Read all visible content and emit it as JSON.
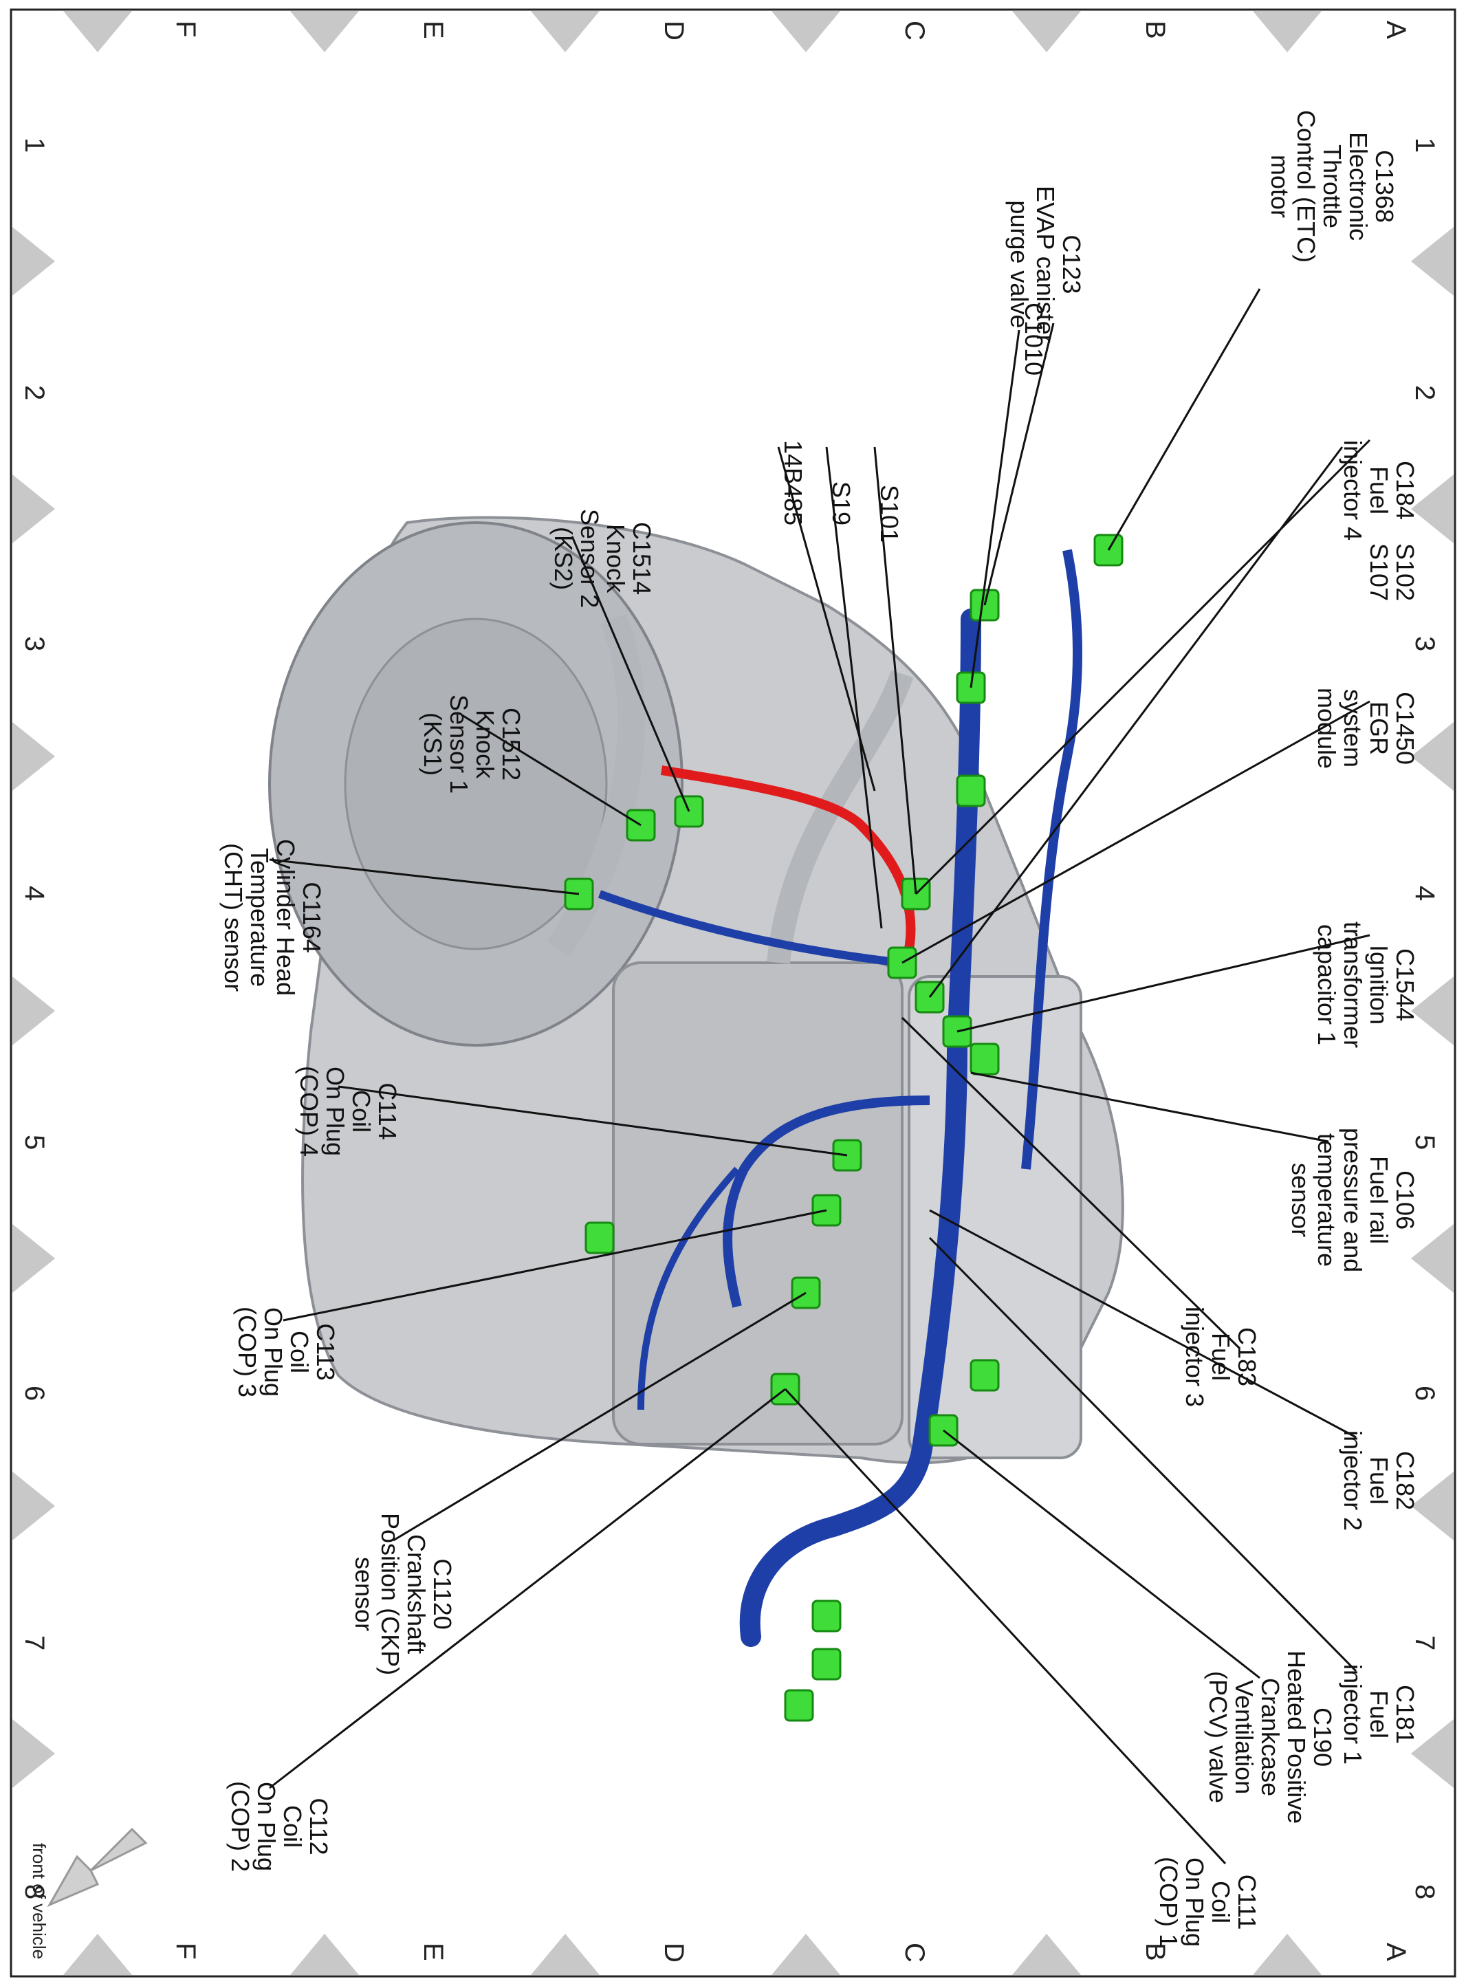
{
  "grid": {
    "numbers": [
      "1",
      "2",
      "3",
      "4",
      "5",
      "6",
      "7",
      "8"
    ],
    "letters": [
      "A",
      "B",
      "C",
      "D",
      "E",
      "F"
    ]
  },
  "labels": {
    "c1368": "C1368\nElectronic\nThrottle\nControl (ETC)\nmotor",
    "c123": "C123\nEVAP canister\npurge valve",
    "c1010": "C1010",
    "c184": "C184\nFuel\ninjector 4",
    "s102": "S102\nS107",
    "s101": "S101",
    "s19": "S19",
    "b14b485": "14B485",
    "c1514": "C1514\nKnock\nSensor 2\n(KS2)",
    "c1450": "C1450\nEGR\nsystem\nmodule",
    "c1512": "C1512\nKnock\nSensor 1\n(KS1)",
    "c1544": "C1544\nIgnition\ntransformer\ncapacitor 1",
    "c1164": "C1164\nCylinder Head\nTemperature\n(CHT) sensor",
    "c114": "C114\nCoil\nOn Plug\n(COP) 4",
    "c106": "C106\nFuel rail\npressure and\ntemperature\nsensor",
    "c113": "C113\nCoil\nOn Plug\n(COP) 3",
    "c183": "C183\nFuel\ninjector 3",
    "c182": "C182\nFuel\ninjector 2",
    "c1120": "C1120\nCrankshaft\nPosition (CKP)\nsensor",
    "c181": "C181\nFuel\ninjector 1",
    "c190": "C190\nHeated Positive\nCrankcase\nVentilation\n(PCV) valve",
    "c112": "C112\nCoil\nOn Plug\n(COP) 2",
    "c111": "C111\nCoil\nOn Plug\n(COP) 1",
    "front": "front of vehicle"
  },
  "colors": {
    "harness": "#1f3fa8",
    "harness_dark": "#0f2a80",
    "connector": "#3fdc3a",
    "engine": "#c9cbce",
    "hot_wire": "#e11b1b",
    "triangle": "#c8c8c8"
  }
}
